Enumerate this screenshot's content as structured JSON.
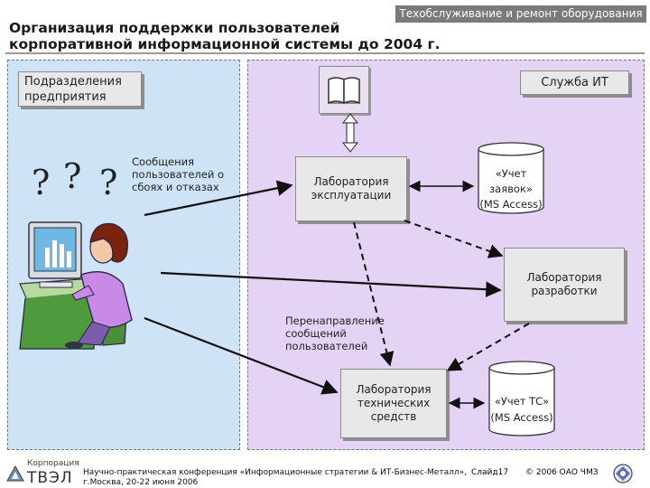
{
  "header": {
    "tagline": "Техобслуживание и ремонт оборудования",
    "title_line1": "Организация поддержки пользователей",
    "title_line2": "корпоративной информационной системы до 2004 г."
  },
  "diagram": {
    "departments_label": "Подразделения предприятия",
    "it_service_label": "Служба ИТ",
    "question_marks": [
      "?",
      "?",
      "?"
    ],
    "messages_note": "Сообщения пользователей о сбоях и отказах",
    "redirect_note": "Перенаправление сообщений пользователей",
    "lab_operations": "Лаборатория эксплуатации",
    "lab_development": "Лаборатория разработки",
    "lab_technical": "Лаборатория технических средств",
    "db_requests_line1": "«Учет",
    "db_requests_line2": "заявок»",
    "db_requests_line3": "(MS Access)",
    "db_tc_line1": "«Учет ТС»",
    "db_tc_line2": "(MS Access)"
  },
  "footer": {
    "logo_caption": "Корпорация",
    "logo_name": "ТВЭЛ",
    "conference_line1": "Научно-практическая конференция «Информационные стратегии & ИТ-Бизнес-Металл»,",
    "conference_line2": "г.Москва, 20-22 июня 2006",
    "slide": "Слайд17",
    "copyright": "© 2006 ОАО ЧМЗ"
  },
  "colors": {
    "left_panel": "#cfe3f7",
    "right_panel": "#e5d3f5",
    "tagline_bg": "#7a7a7a",
    "box_bg": "#e8e8e8"
  }
}
